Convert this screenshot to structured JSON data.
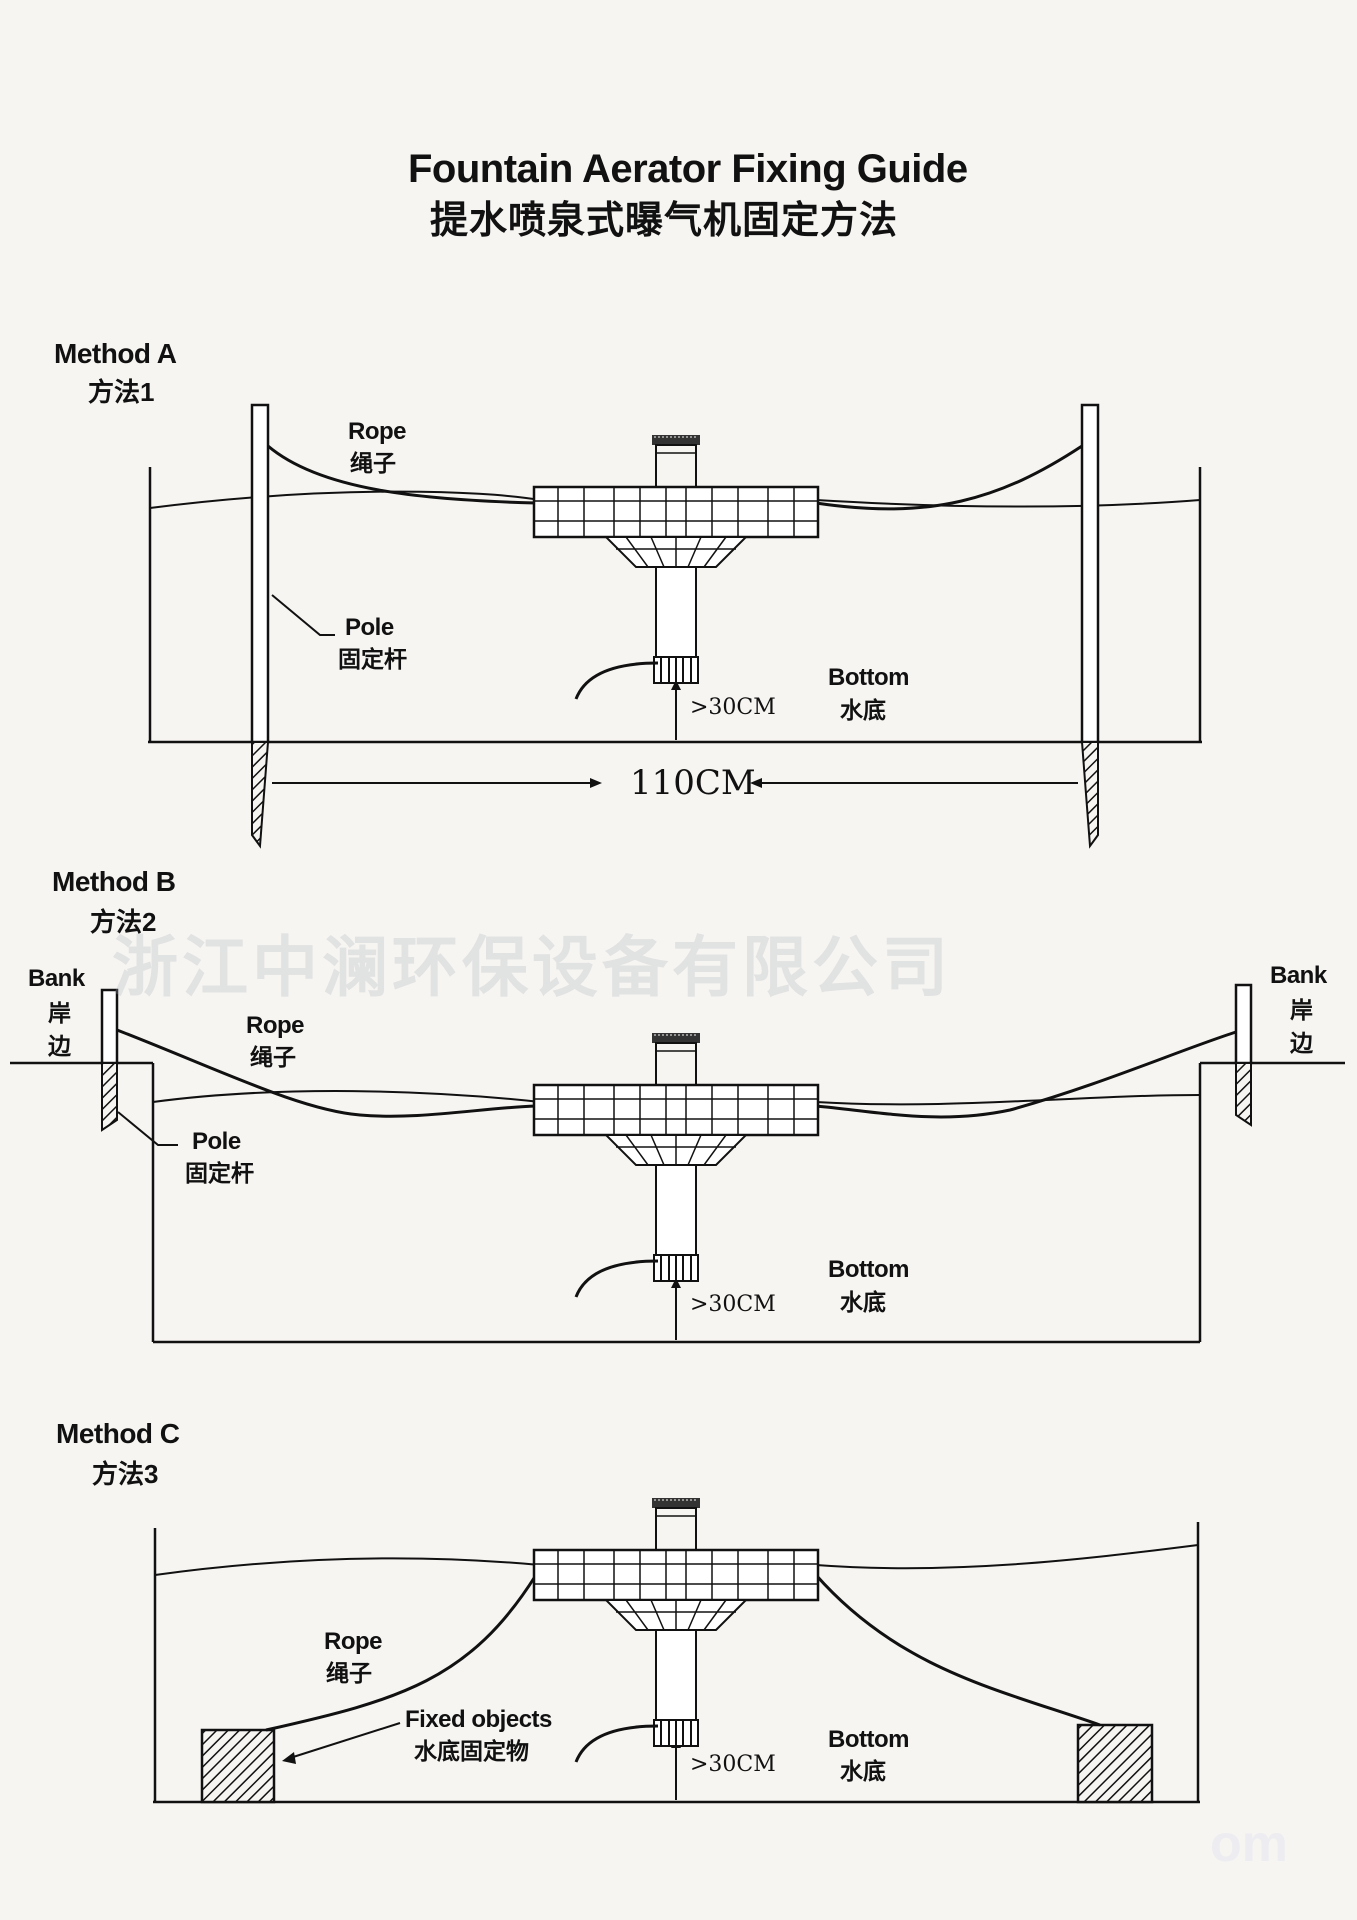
{
  "title": {
    "en": "Fountain Aerator Fixing Guide",
    "cn": "提水喷泉式曝气机固定方法"
  },
  "methods": [
    {
      "label": "Method A",
      "label_cn": "方法1",
      "rope": "Rope",
      "rope_cn": "绳子",
      "pole": "Pole",
      "pole_cn": "固定杆",
      "bottom": "Bottom",
      "bottom_cn": "水底",
      "clearance": ">30CM",
      "span": "110CM"
    },
    {
      "label": "Method B",
      "label_cn": "方法2",
      "bank": "Bank",
      "bank_cn_1": "岸",
      "bank_cn_2": "边",
      "rope": "Rope",
      "rope_cn": "绳子",
      "pole": "Pole",
      "pole_cn": "固定杆",
      "bottom": "Bottom",
      "bottom_cn": "水底",
      "clearance": ">30CM"
    },
    {
      "label": "Method C",
      "label_cn": "方法3",
      "rope": "Rope",
      "rope_cn": "绳子",
      "fixed": "Fixed objects",
      "fixed_cn": "水底固定物",
      "bottom": "Bottom",
      "bottom_cn": "水底",
      "clearance": ">30CM"
    }
  ],
  "watermark": "浙江中澜环保设备有限公司",
  "watermark_corner": "om",
  "colors": {
    "ink": "#111111",
    "paper": "#f7f5f2",
    "watermark": "#aab0b8"
  }
}
